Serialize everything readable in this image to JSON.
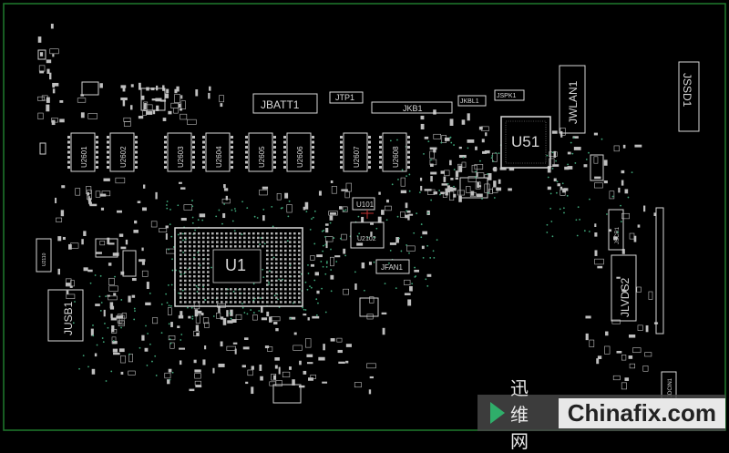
{
  "labels": {
    "jbatt1": "JBATT1",
    "jtp1": "JTP1",
    "jkb1": "JKB1",
    "jkbl1": "JKBL1",
    "jspk1": "JSPK1",
    "jwlan1": "JWLAN1",
    "jssd1": "JSSD1",
    "u51": "U51",
    "u1": "U1",
    "u2102": "U2102",
    "u101": "U101",
    "jfan1": "JFAN1",
    "jusb1": "JUSB1",
    "jlvds2": "JLVDS2",
    "jscr1": "JSCR1",
    "jdcin1": "JDCIN1",
    "u_left": "U2110",
    "mem": [
      "U2601",
      "U2602",
      "U2603",
      "U2604",
      "U2605",
      "U2606",
      "U2607",
      "U2608"
    ]
  },
  "watermark": {
    "cn": "迅维网",
    "en": "Chinafix.com"
  },
  "colors": {
    "background": "#000000",
    "outline": "#1f7a2e",
    "silkscreen": "#d8d8d8",
    "pad": "#bfbfbf",
    "via": "#3fa87a"
  }
}
